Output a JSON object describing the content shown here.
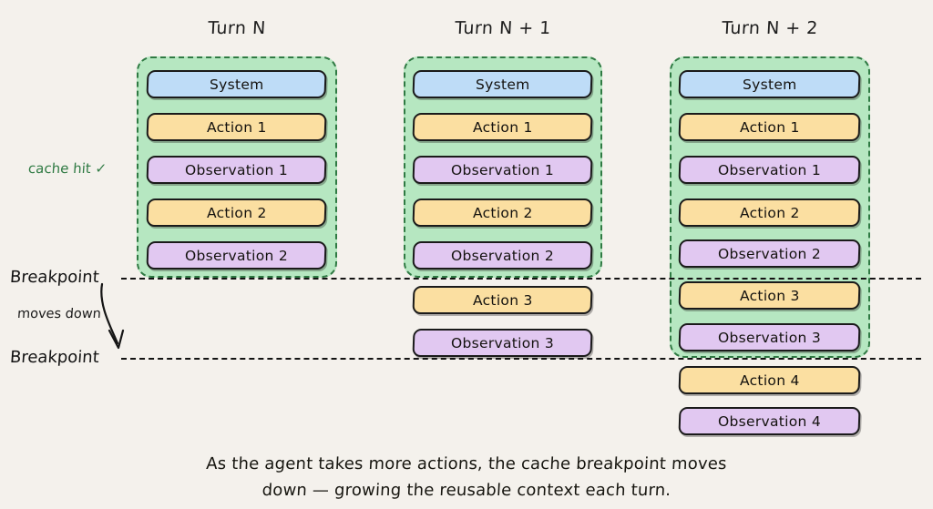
{
  "diagram": {
    "background_color": "#f4f1ec",
    "palette": {
      "system": "#bedcf7",
      "action": "#fbdfa1",
      "observation": "#e1c8f1",
      "cache_region": "#b6e7c1",
      "cache_border": "#2f7a43",
      "breakpoint": "#131313"
    },
    "columns": [
      {
        "title": "Turn N",
        "cached_count": 5,
        "items": [
          {
            "label": "System",
            "kind": "system",
            "cached": true
          },
          {
            "label": "Action 1",
            "kind": "action",
            "cached": true
          },
          {
            "label": "Observation 1",
            "kind": "observation",
            "cached": true
          },
          {
            "label": "Action 2",
            "kind": "action",
            "cached": true
          },
          {
            "label": "Observation 2",
            "kind": "observation",
            "cached": true
          }
        ]
      },
      {
        "title": "Turn N + 1",
        "cached_count": 5,
        "items": [
          {
            "label": "System",
            "kind": "system",
            "cached": true
          },
          {
            "label": "Action 1",
            "kind": "action",
            "cached": true
          },
          {
            "label": "Observation 1",
            "kind": "observation",
            "cached": true
          },
          {
            "label": "Action 2",
            "kind": "action",
            "cached": true
          },
          {
            "label": "Observation 2",
            "kind": "observation",
            "cached": true
          },
          {
            "label": "Action 3",
            "kind": "action",
            "cached": false
          },
          {
            "label": "Observation 3",
            "kind": "observation",
            "cached": false
          }
        ]
      },
      {
        "title": "Turn N + 2",
        "cached_count": 7,
        "items": [
          {
            "label": "System",
            "kind": "system",
            "cached": true
          },
          {
            "label": "Action 1",
            "kind": "action",
            "cached": true
          },
          {
            "label": "Observation 1",
            "kind": "observation",
            "cached": true
          },
          {
            "label": "Action 2",
            "kind": "action",
            "cached": true
          },
          {
            "label": "Observation 2",
            "kind": "observation",
            "cached": true
          },
          {
            "label": "Action 3",
            "kind": "action",
            "cached": true
          },
          {
            "label": "Observation 3",
            "kind": "observation",
            "cached": true
          },
          {
            "label": "Action 4",
            "kind": "action",
            "cached": false
          },
          {
            "label": "Observation 4",
            "kind": "observation",
            "cached": false
          }
        ]
      }
    ],
    "annotations": {
      "cache_hit": "cache hit ✓",
      "breakpoint_upper": "Breakpoint",
      "breakpoint_lower": "Breakpoint",
      "moves_down": "moves down",
      "arrow_icon": "curved-down-arrow-icon"
    },
    "caption_line1": "As the agent takes more actions, the cache breakpoint moves",
    "caption_line2": "down — growing the reusable context each turn."
  }
}
